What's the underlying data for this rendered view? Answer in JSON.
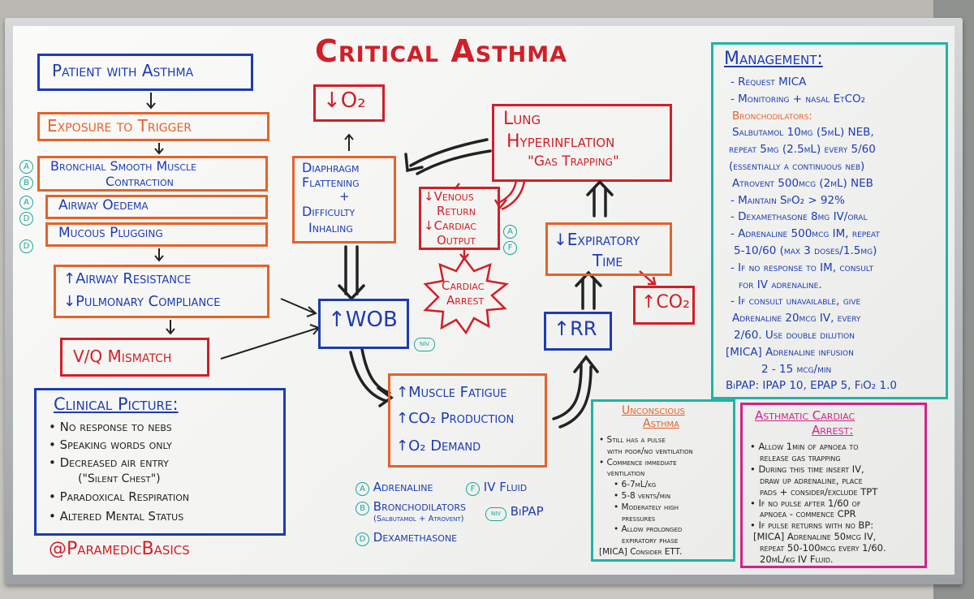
{
  "title": "Critical Asthma",
  "left_chain": {
    "patient": "Patient with Asthma",
    "exposure": "Exposure to Trigger",
    "bronchial": [
      "Bronchial Smooth Muscle",
      "Contraction"
    ],
    "oedema": "Airway Oedema",
    "mucous": "Mucous Plugging",
    "resistance": "↑Airway Resistance",
    "compliance": "↓Pulmonary Compliance",
    "vq": "V/Q Mismatch",
    "tags": {
      "bronchial": [
        "A",
        "B"
      ],
      "oedema": [
        "A",
        "D"
      ],
      "mucous": "D"
    }
  },
  "center": {
    "o2_down": "↓O₂",
    "diaphragm": [
      "Diaphragm",
      "Flattening",
      "+",
      "Difficulty",
      "Inhaling"
    ],
    "lung": [
      "Lung",
      "Hyperinflation",
      "\"Gas Trapping\""
    ],
    "venous": [
      "↓Venous",
      "Return",
      "↓Cardiac",
      "Output"
    ],
    "venous_tags": [
      "A",
      "F"
    ],
    "cardiac_arrest": [
      "Cardiac",
      "Arrest"
    ],
    "wob": "↑WOB",
    "wob_tag": "NIV",
    "expiratory": [
      "↓Expiratory",
      "Time"
    ],
    "co2_up": "↑CO₂",
    "rr": "↑RR",
    "fatigue": [
      "↑Muscle Fatigue",
      "↑CO₂ Production",
      "↑O₂ Demand"
    ]
  },
  "clinical": {
    "heading": "Clinical Picture:",
    "items": [
      "• No response to nebs",
      "• Speaking words only",
      "• Decreased air entry",
      "(\"Silent Chest\")",
      "• Paradoxical Respiration",
      "• Altered Mental Status"
    ]
  },
  "legend": [
    {
      "tag": "A",
      "text": "Adrenaline"
    },
    {
      "tag": "F",
      "text": "IV Fluid"
    },
    {
      "tag": "B",
      "text": "Bronchodilators"
    },
    {
      "tag": "NIV",
      "text": "BiPAP"
    },
    {
      "tag": "D",
      "text": "Dexamethasone"
    }
  ],
  "legend_sub": "(Salbutamol + Atrovent)",
  "credit": "@ParamedicBasics",
  "management": {
    "heading": "Management:",
    "lines": [
      {
        "text": "- Request MICA",
        "color": "#1d3bb4"
      },
      {
        "text": "- Monitoring + nasal EtCO₂",
        "color": "#1d3bb4"
      },
      {
        "text": "Bronchodilators:",
        "color": "#e5622a"
      },
      {
        "text": "Salbutamol 10mg (5mL) NEB,",
        "color": "#1d3bb4"
      },
      {
        "text": "repeat 5mg (2.5mL) every 5/60",
        "color": "#1d3bb4"
      },
      {
        "text": "(essentially a continuous neb)",
        "color": "#1d3bb4"
      },
      {
        "text": "Atrovent 500mcg (2mL) NEB",
        "color": "#1d3bb4"
      },
      {
        "text": "- Maintain SpO₂ > 92%",
        "color": "#1d3bb4"
      },
      {
        "text": "- Dexamethasone 8mg IV/oral",
        "color": "#1d3bb4"
      },
      {
        "text": "- Adrenaline 500mcg IM, repeat",
        "color": "#1d3bb4"
      },
      {
        "text": "5-10/60 (max 3 doses/1.5mg)",
        "color": "#1d3bb4"
      },
      {
        "text": "- If no response to IM, consult",
        "color": "#1d3bb4"
      },
      {
        "text": "for IV adrenaline.",
        "color": "#1d3bb4"
      },
      {
        "text": "- If consult unavailable, give",
        "color": "#1d3bb4"
      },
      {
        "text": "Adrenaline 20mcg IV, every",
        "color": "#1d3bb4"
      },
      {
        "text": "2/60. Use double dilution",
        "color": "#1d3bb4"
      },
      {
        "text": "[MICA] Adrenaline infusion",
        "color": "#1d3bb4"
      },
      {
        "text": "2 - 15 mcg/min",
        "color": "#1d3bb4"
      },
      {
        "text": "BiPAP: IPAP 10, EPAP 5, FiO₂ 1.0",
        "color": "#1d3bb4"
      }
    ]
  },
  "unconscious": {
    "heading": [
      "Unconscious",
      "Asthma"
    ],
    "lines": [
      "• Still has a pulse",
      "with poor/no ventilation",
      "• Commence immediate",
      "ventilation",
      "• 6-7mL/kg",
      "• 5-8 vents/min",
      "• Moderately high",
      "pressures",
      "• Allow prolonged",
      "expiratory phase",
      "[MICA] Consider ETT."
    ]
  },
  "arrest": {
    "heading": [
      "Asthmatic Cardiac",
      "Arrest:"
    ],
    "lines": [
      "• Allow 1min of apnoea to",
      "release gas trapping",
      "• During this time insert IV,",
      "draw up adrenaline, place",
      "pads + consider/exclude TPT",
      "• If no pulse after 1/60 of",
      "apnoea - commence CPR",
      "• If pulse returns with no BP:",
      "[MICA] Adrenaline 50mcg IV,",
      "repeat 50-100mcg every 1/60.",
      "20mL/kg IV Fluid."
    ]
  },
  "colors": {
    "blue": "#1d3bb4",
    "red": "#d11f27",
    "orange": "#e5622a",
    "green": "#1fb4a4",
    "pink": "#d1238a",
    "board": "#f7f7f5"
  }
}
